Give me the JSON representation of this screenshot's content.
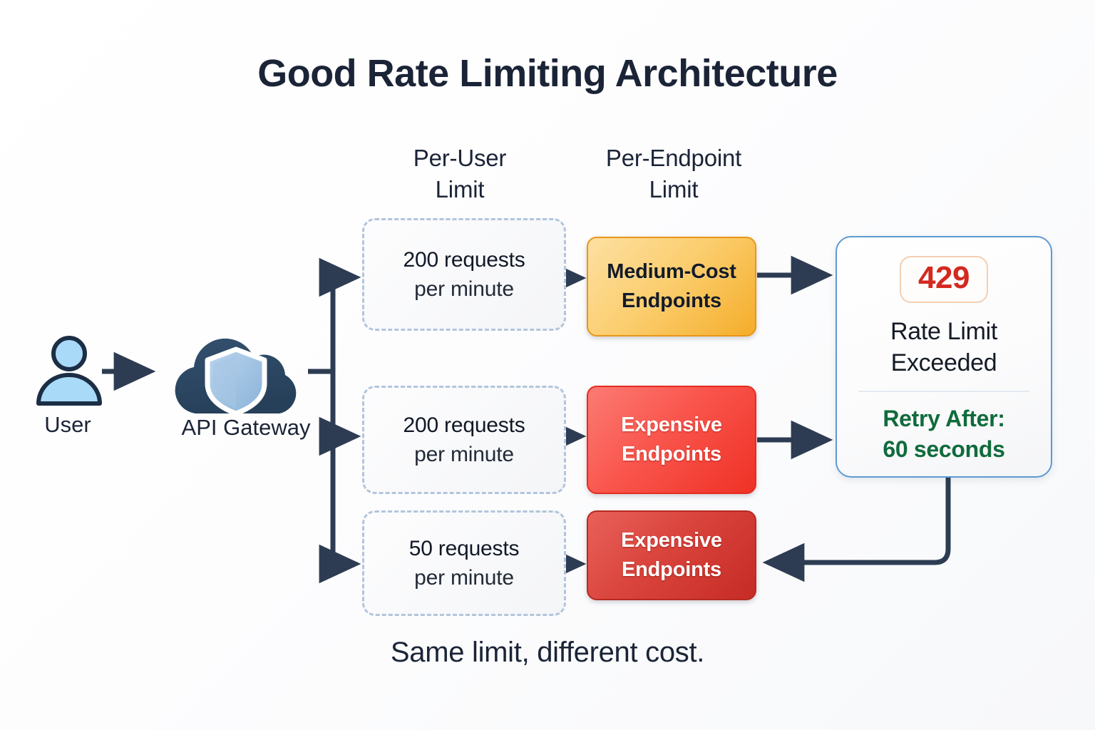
{
  "title": "Good Rate Limiting Architecture",
  "caption": "Same limit, different cost.",
  "colors": {
    "ink": "#1b2437",
    "wire": "#2d3c52",
    "dashed_border": "#b2c5dc",
    "medium_cost": "#f5ad2a",
    "expensive": "#ef3126",
    "expensive_dark": "#c62b25",
    "card_border": "#5d9ad2",
    "status_red": "#d4291f",
    "retry_green": "#106b3c",
    "user_fill": "#a9daf7",
    "gateway_fill": "#2c4763"
  },
  "columns": {
    "per_user": "Per-User\nLimit",
    "per_user_l1": "Per-User",
    "per_user_l2": "Limit",
    "per_endpoint_l1": "Per-Endpoint",
    "per_endpoint_l2": "Limit"
  },
  "actors": {
    "user": {
      "label": "User",
      "icon": "user-avatar-icon"
    },
    "gateway": {
      "label": "API Gateway",
      "icon": "cloud-shield-icon"
    }
  },
  "rows": [
    {
      "limit_line1": "200 requests",
      "limit_line2": "per minute",
      "endpoint_line1": "Medium-Cost",
      "endpoint_line2": "Endpoints",
      "tier": "medium"
    },
    {
      "limit_line1": "200 requests",
      "limit_line2": "per minute",
      "endpoint_line1": "Expensive",
      "endpoint_line2": "Endpoints",
      "tier": "expensive"
    },
    {
      "limit_line1": "50 requests",
      "limit_line2": "per minute",
      "endpoint_line1": "Expensive",
      "endpoint_line2": "Endpoints",
      "tier": "expensive-dark"
    }
  ],
  "response_card": {
    "status_code": "429",
    "title_line1": "Rate Limit",
    "title_line2": "Exceeded",
    "retry_line1": "Retry After:",
    "retry_line2": "60 seconds"
  }
}
